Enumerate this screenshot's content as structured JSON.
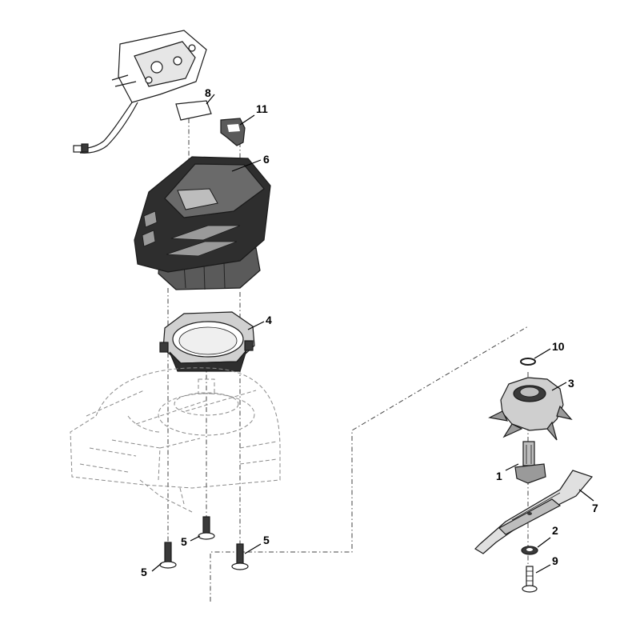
{
  "diagram": {
    "colors": {
      "line": "#1a1a1a",
      "part_dark": "#3a3a3a",
      "part_mid": "#8c8c8c",
      "part_light": "#d9d9d9",
      "ghost": "#8a8a8a"
    },
    "callouts": {
      "c1": "1",
      "c2": "2",
      "c3": "3",
      "c4": "4",
      "c5a": "5",
      "c5b": "5",
      "c5c": "5",
      "c6": "6",
      "c7": "7",
      "c8": "8",
      "c9": "9",
      "c10": "10",
      "c11": "11"
    }
  }
}
